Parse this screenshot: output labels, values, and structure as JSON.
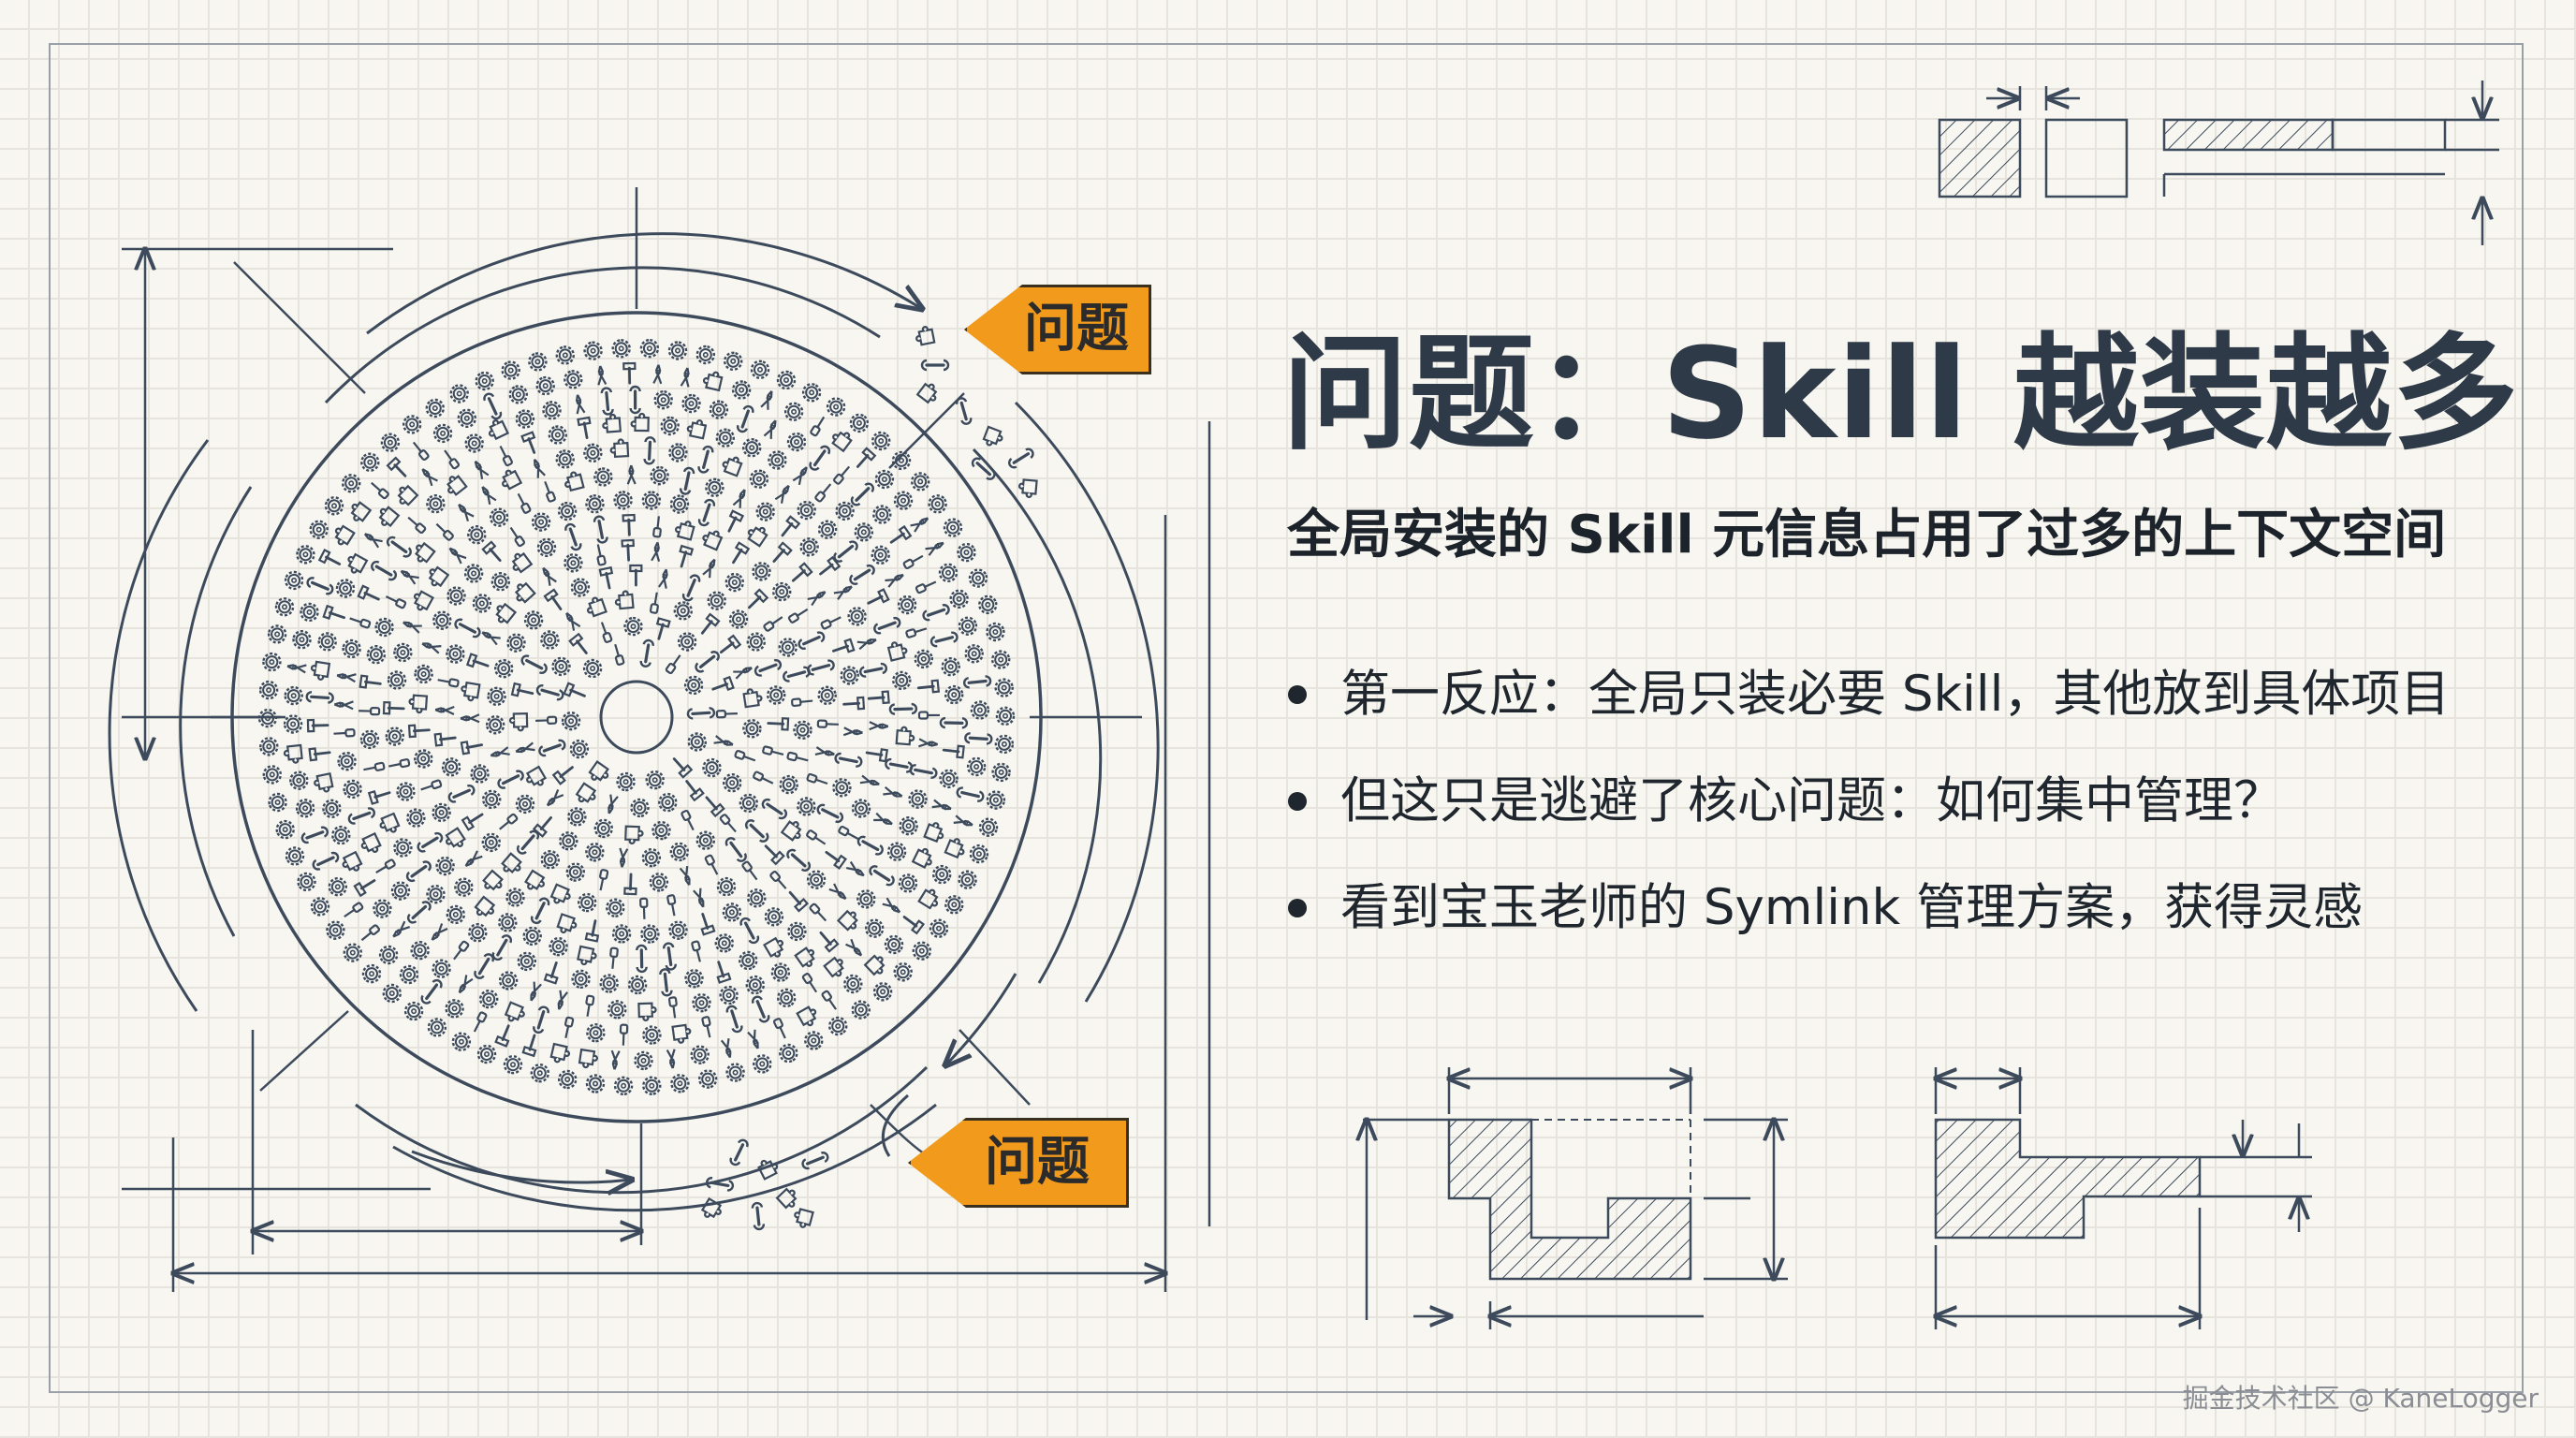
{
  "header": {
    "title": "问题：Skill 越装越多",
    "subtitle": "全局安装的 Skill 元信息占用了过多的上下文空间"
  },
  "bullets": [
    "第一反应：全局只装必要 Skill，其他放到具体项目",
    "但这只是逃避了核心问题：如何集中管理？",
    "看到宝玉老师的 Symlink 管理方案，获得灵感"
  ],
  "diagram": {
    "callout_top": "问题",
    "callout_bottom": "问题",
    "icons": [
      "gear-icon",
      "wrench-icon",
      "hammer-icon",
      "screwdriver-icon",
      "pliers-icon",
      "puzzle-icon"
    ]
  },
  "watermark": "掘金技术社区 @ KaneLogger",
  "colors": {
    "accent": "#f29a1c",
    "ink": "#2f3a48",
    "line": "#3c4a5c",
    "background": "#f7f6f0"
  }
}
